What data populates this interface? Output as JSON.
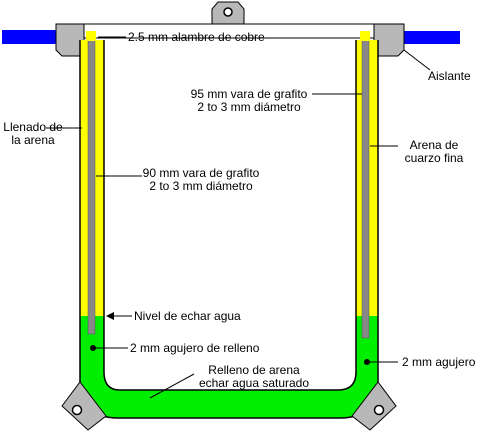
{
  "colors": {
    "wire": "#0000ff",
    "insulator": "#b8b8b8",
    "sand": "#ffff00",
    "water": "#00ee00",
    "rod": "#888888",
    "outline": "#000000",
    "background": "#ffffff"
  },
  "labels": {
    "copper_wire": "2.5 mm alambre de cobre",
    "insulator": "Aislante",
    "rod95_line1": "95 mm vara de grafito",
    "rod95_line2": "2 to 3 mm diámetro",
    "sand_fill_line1": "Llenado de",
    "sand_fill_line2": "la arena",
    "quartz_line1": "Arena de",
    "quartz_line2": "cuarzo fina",
    "rod90_line1": "90 mm vara de grafito",
    "rod90_line2": "2 to 3 mm diámetro",
    "water_level": "Nivel de echar agua",
    "fill_hole": "2 mm agujero de relleno",
    "hole": "2 mm agujero",
    "saturated_line1": "Relleno de arena",
    "saturated_line2": "echar agua saturado"
  }
}
